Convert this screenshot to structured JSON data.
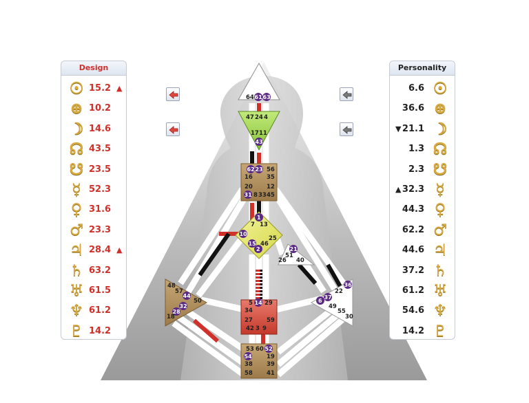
{
  "design": {
    "title": "Design",
    "rows": [
      {
        "icon": "sun-icon",
        "glyph": "☉",
        "value": "15.2",
        "marker": "▲"
      },
      {
        "icon": "earth-icon",
        "glyph": "⊕",
        "value": "10.2",
        "marker": ""
      },
      {
        "icon": "moon-icon",
        "glyph": "☽",
        "value": "14.6",
        "marker": ""
      },
      {
        "icon": "north-node-icon",
        "glyph": "☊",
        "value": "43.5",
        "marker": ""
      },
      {
        "icon": "south-node-icon",
        "glyph": "☋",
        "value": "23.5",
        "marker": ""
      },
      {
        "icon": "mercury-icon",
        "glyph": "☿",
        "value": "52.3",
        "marker": ""
      },
      {
        "icon": "venus-icon",
        "glyph": "♀",
        "value": "31.6",
        "marker": ""
      },
      {
        "icon": "mars-icon",
        "glyph": "♂",
        "value": "23.3",
        "marker": ""
      },
      {
        "icon": "jupiter-icon",
        "glyph": "♃",
        "value": "28.4",
        "marker": "▲"
      },
      {
        "icon": "saturn-icon",
        "glyph": "♄",
        "value": "63.2",
        "marker": ""
      },
      {
        "icon": "uranus-icon",
        "glyph": "♅",
        "value": "61.5",
        "marker": ""
      },
      {
        "icon": "neptune-icon",
        "glyph": "♆",
        "value": "61.2",
        "marker": ""
      },
      {
        "icon": "pluto-icon",
        "glyph": "♇",
        "value": "14.2",
        "marker": ""
      }
    ]
  },
  "personality": {
    "title": "Personality",
    "rows": [
      {
        "icon": "sun-icon",
        "glyph": "☉",
        "value": "6.6",
        "marker": ""
      },
      {
        "icon": "earth-icon",
        "glyph": "⊕",
        "value": "36.6",
        "marker": ""
      },
      {
        "icon": "moon-icon",
        "glyph": "☽",
        "value": "21.1",
        "marker": "▼"
      },
      {
        "icon": "north-node-icon",
        "glyph": "☊",
        "value": "1.3",
        "marker": ""
      },
      {
        "icon": "south-node-icon",
        "glyph": "☋",
        "value": "2.3",
        "marker": ""
      },
      {
        "icon": "mercury-icon",
        "glyph": "☿",
        "value": "32.3",
        "marker": "▲"
      },
      {
        "icon": "venus-icon",
        "glyph": "♀",
        "value": "44.3",
        "marker": ""
      },
      {
        "icon": "mars-icon",
        "glyph": "♂",
        "value": "62.2",
        "marker": ""
      },
      {
        "icon": "jupiter-icon",
        "glyph": "♃",
        "value": "44.6",
        "marker": ""
      },
      {
        "icon": "saturn-icon",
        "glyph": "♄",
        "value": "37.2",
        "marker": ""
      },
      {
        "icon": "uranus-icon",
        "glyph": "♅",
        "value": "61.2",
        "marker": ""
      },
      {
        "icon": "neptune-icon",
        "glyph": "♆",
        "value": "54.6",
        "marker": ""
      },
      {
        "icon": "pluto-icon",
        "glyph": "♇",
        "value": "14.2",
        "marker": ""
      }
    ]
  },
  "colors": {
    "design_red": "#d0302a",
    "personality_black": "#222222",
    "planet_gold": "#d8a93e",
    "gate_purple": "#5b2a86",
    "head_center": "#ffffff",
    "ajna_center": "#9fd64a",
    "throat_center": "#b89666",
    "g_center": "#e9ea63",
    "ego_center": "#ffffff",
    "spleen_center": "#b89666",
    "sacral_center": "#d9584a",
    "solar_center": "#ffffff",
    "root_center": "#b89666"
  },
  "gates": {
    "head": [
      "64",
      "61",
      "63"
    ],
    "ajna": [
      "47",
      "24",
      "4",
      "17",
      "11",
      "43"
    ],
    "throat": [
      "62",
      "23",
      "56",
      "16",
      "35",
      "20",
      "12",
      "31",
      "8",
      "33",
      "45"
    ],
    "g": [
      "1",
      "7",
      "13",
      "10",
      "25",
      "15",
      "2",
      "46"
    ],
    "ego": [
      "21",
      "51",
      "26",
      "40"
    ],
    "spleen": [
      "48",
      "57",
      "44",
      "50",
      "32",
      "28",
      "18"
    ],
    "sacral": [
      "5",
      "14",
      "29",
      "34",
      "27",
      "59",
      "42",
      "3",
      "9"
    ],
    "solar": [
      "36",
      "22",
      "6",
      "37",
      "49",
      "55",
      "30"
    ],
    "root": [
      "53",
      "60",
      "52",
      "54",
      "19",
      "38",
      "39",
      "58",
      "41"
    ]
  }
}
